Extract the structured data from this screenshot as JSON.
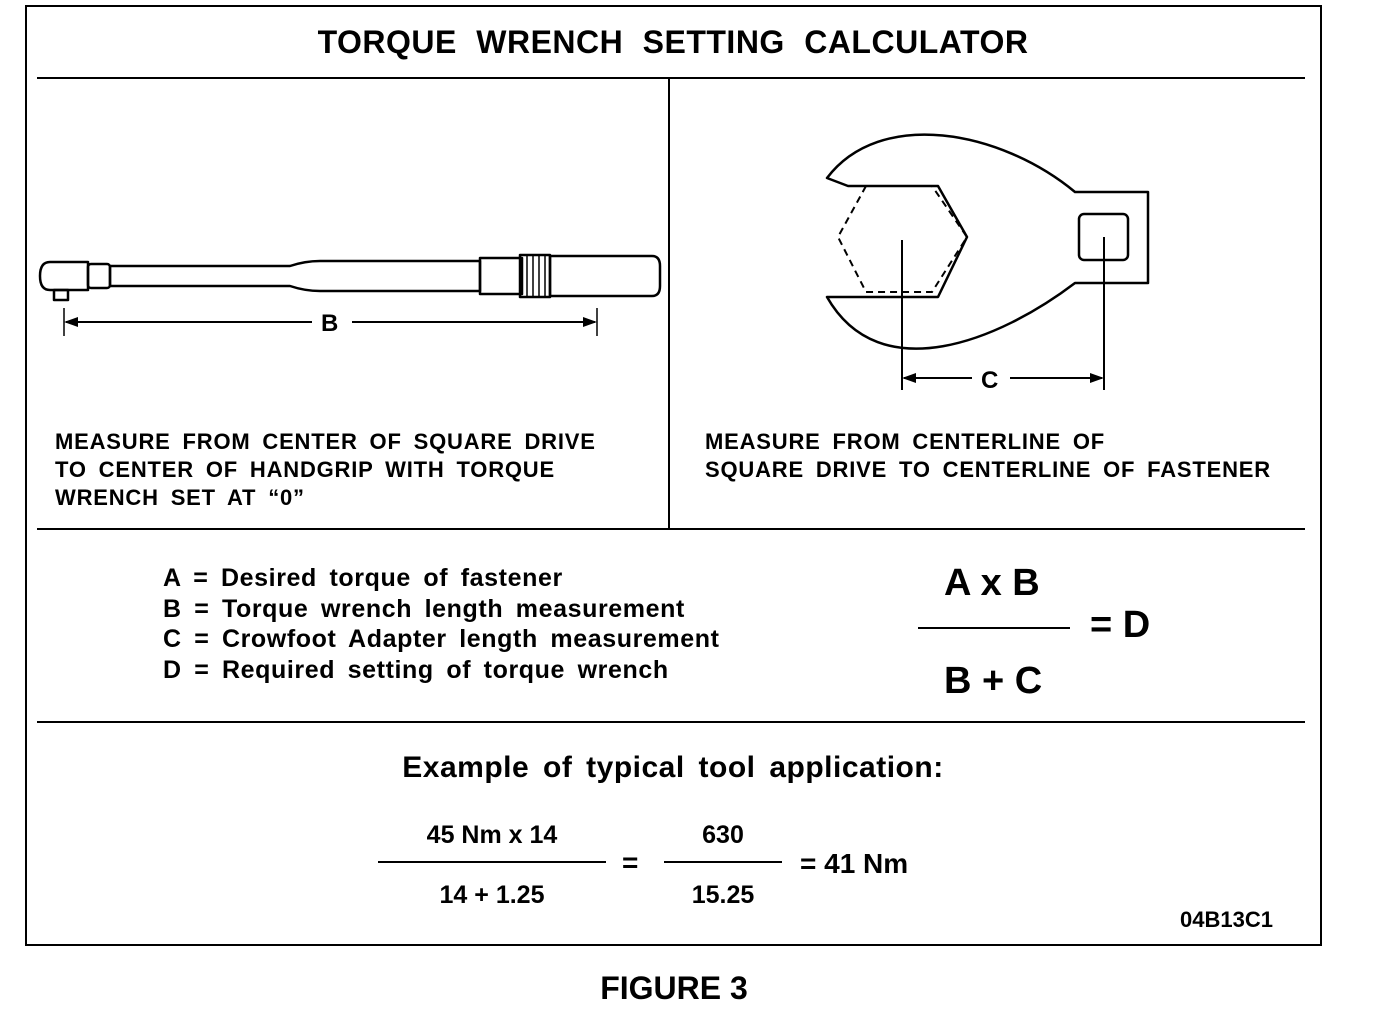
{
  "title": "TORQUE WRENCH SETTING CALCULATOR",
  "wrench_panel": {
    "dimension_label": "B",
    "caption_lines": [
      "MEASURE FROM CENTER OF SQUARE DRIVE",
      "TO CENTER OF HANDGRIP WITH TORQUE",
      "WRENCH SET AT “0”"
    ]
  },
  "crowfoot_panel": {
    "dimension_label": "C",
    "caption_lines": [
      "MEASURE FROM CENTERLINE OF",
      "SQUARE DRIVE TO CENTERLINE OF FASTENER"
    ]
  },
  "definitions": [
    "A = Desired torque of fastener",
    "B = Torque wrench length measurement",
    "C = Crowfoot Adapter length measurement",
    "D = Required setting of torque wrench"
  ],
  "formula": {
    "numerator": "A x B",
    "denominator": "B + C",
    "result": "= D"
  },
  "example": {
    "heading": "Example of typical tool application:",
    "fraction1_numerator": "45 Nm x 14",
    "fraction1_denominator": "14 + 1.25",
    "equals": "=",
    "fraction2_numerator": "630",
    "fraction2_denominator": "15.25",
    "result": "= 41 Nm"
  },
  "figure_code": "04B13C1",
  "figure_label": "FIGURE 3"
}
